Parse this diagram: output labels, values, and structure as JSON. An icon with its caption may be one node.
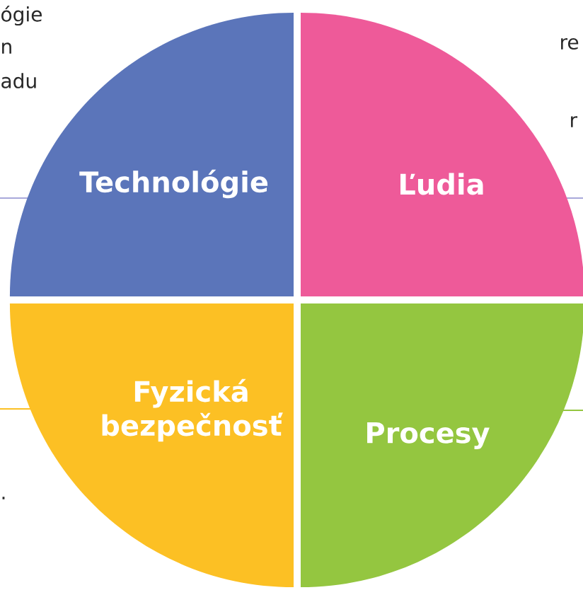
{
  "diagram": {
    "nodes": [
      {
        "text": [
          "Technológie"
        ]
      },
      {
        "text": [
          "Ľudia"
        ]
      },
      {
        "text": [
          "Fyzická bezpečnosť"
        ]
      },
      {
        "text": [
          "Procesy"
        ]
      }
    ],
    "labels": [
      "ógie",
      "n",
      "adu",
      "re",
      "r",
      "."
    ]
  }
}
